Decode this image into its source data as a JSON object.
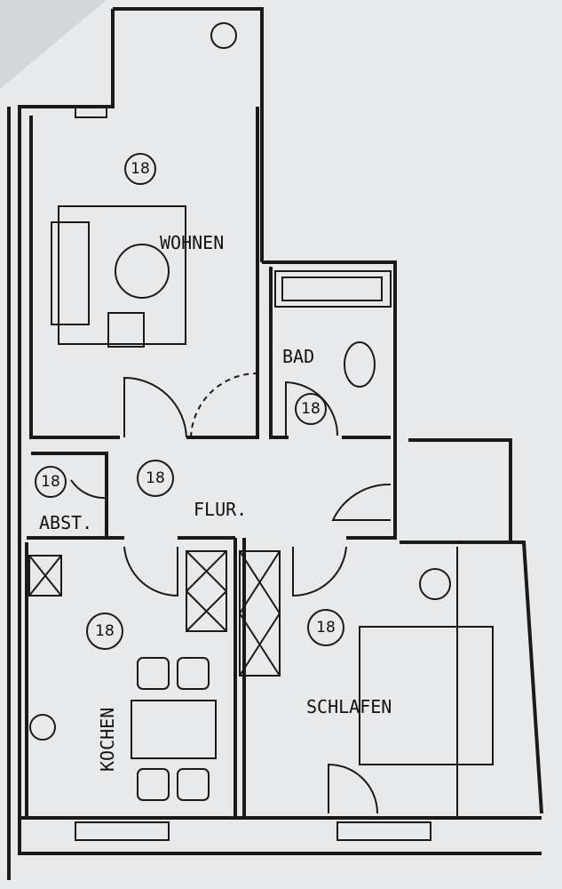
{
  "rooms": {
    "wohnen": {
      "label": "WOHNEN",
      "number": "18"
    },
    "bad": {
      "label": "BAD",
      "number": "18"
    },
    "abst": {
      "label": "ABST.",
      "number": "18"
    },
    "flur": {
      "label": "FLUR.",
      "number": "18"
    },
    "kochen": {
      "label": "KOCHEN",
      "number": "18"
    },
    "schlafen": {
      "label": "SCHLAFEN",
      "number": "18"
    }
  },
  "colors": {
    "paper": "#e9eaec",
    "ink": "#1a1a1a"
  }
}
